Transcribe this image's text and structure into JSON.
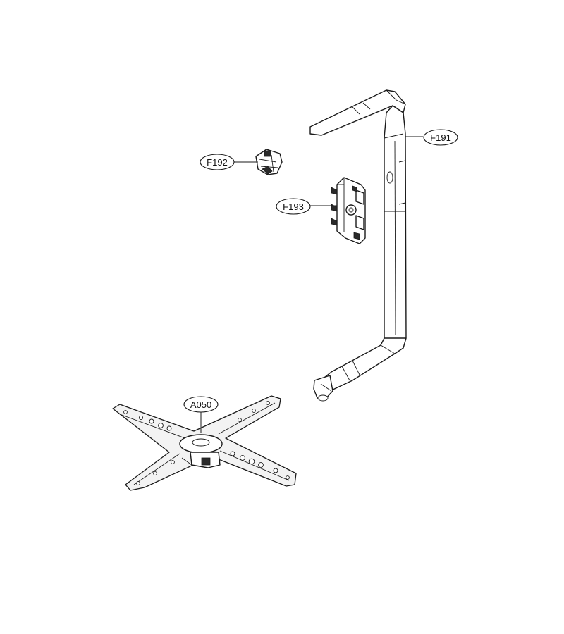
{
  "callouts": {
    "f191": "F191",
    "f192": "F192",
    "f193": "F193",
    "a050": "A050"
  }
}
